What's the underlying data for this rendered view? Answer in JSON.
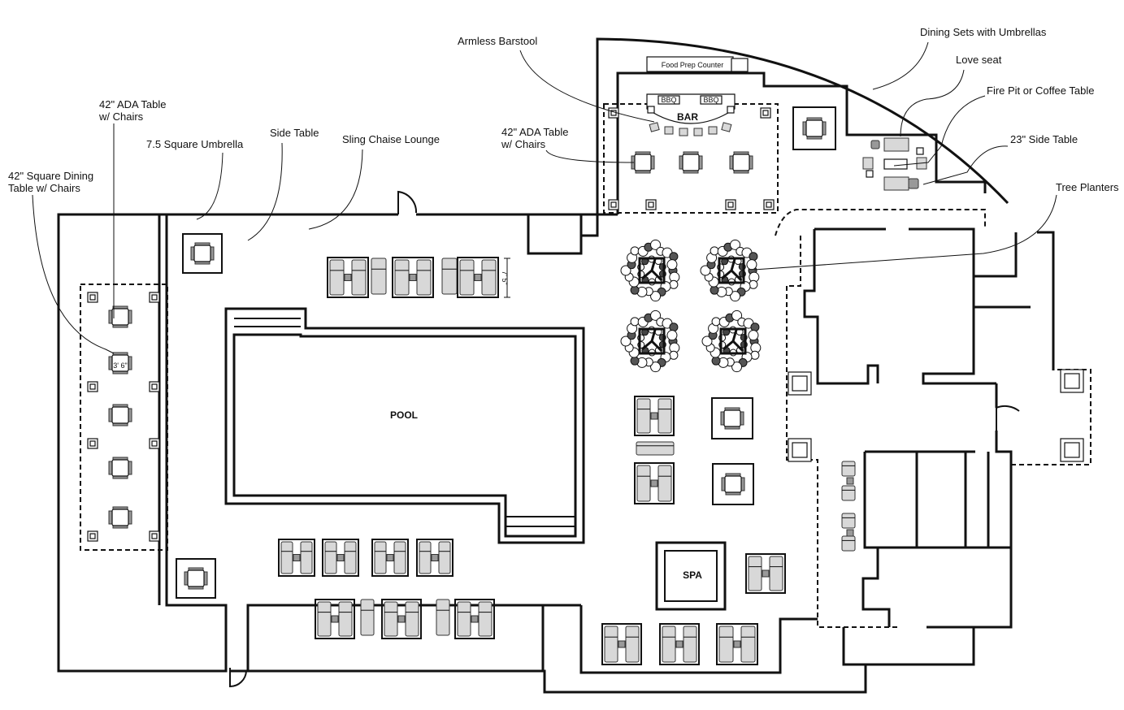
{
  "callouts": {
    "ada_table_left": [
      "42\" ADA Table",
      "w/ Chairs"
    ],
    "square_umbrella": "7.5 Square Umbrella",
    "side_table": "Side Table",
    "sling_chaise": "Sling Chaise Lounge",
    "square_dining": [
      "42\" Square Dining",
      "Table w/ Chairs"
    ],
    "armless_barstool": "Armless Barstool",
    "ada_table_bar": [
      "42\" ADA Table",
      "w/ Chairs"
    ],
    "dining_umbrellas": "Dining Sets with Umbrellas",
    "love_seat": "Love seat",
    "fire_pit": "Fire Pit or Coffee Table",
    "side_table_23": "23\" Side Table",
    "tree_planters": "Tree Planters"
  },
  "areas": {
    "pool": "POOL",
    "spa": "SPA",
    "bar": "BAR",
    "food_prep": "Food Prep Counter",
    "bbq_left": "BBQ",
    "bbq_right": "BBQ"
  },
  "dimensions": {
    "chaise_length": "7' 5\"",
    "table_width": "3' 6\""
  }
}
